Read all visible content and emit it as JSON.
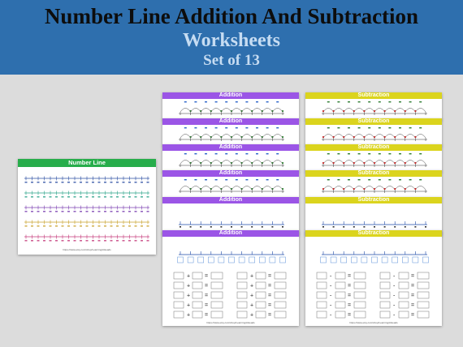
{
  "banner": {
    "title": "Number Line Addition And Subtraction",
    "subtitle": "Worksheets",
    "set": "Set of 13"
  },
  "colors": {
    "banner": "#2e6fae",
    "addition_header": "#9b55e6",
    "subtraction_header": "#dbd41d",
    "number_line_header": "#27ad4b"
  },
  "number_line_sheet": {
    "title": "Number Line",
    "footer": "https://www.etsy.com/shop/LearningAtHeads"
  },
  "addition_sheet": {
    "title": "Addition",
    "footer": "https://www.etsy.com/shop/LearningAtHeads",
    "operator": "+",
    "equals": "="
  },
  "subtraction_sheet": {
    "title": "Subtraction",
    "footer": "https://www.etsy.com/shop/LearningAtHeads",
    "operator": "-",
    "equals": "="
  }
}
